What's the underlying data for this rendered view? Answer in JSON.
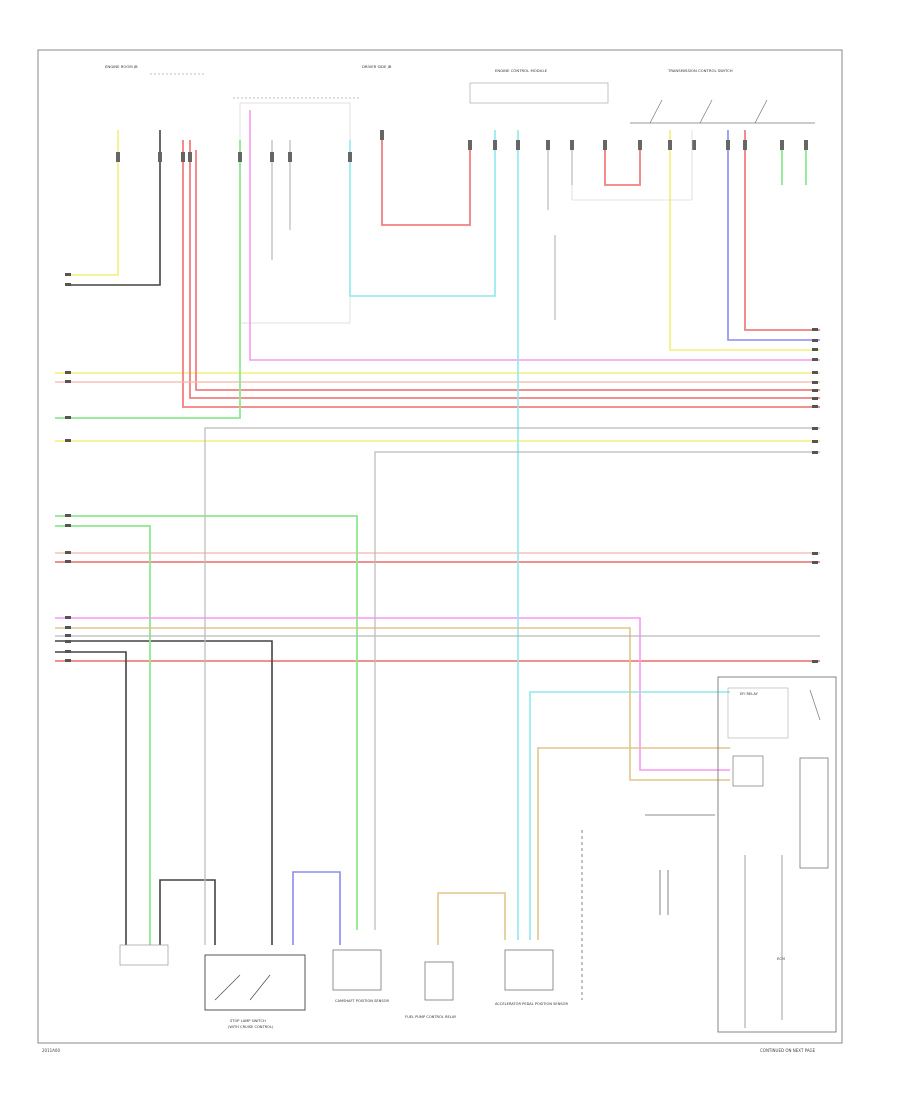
{
  "title": "Engine Performance Wiring Diagram (2 of 4)",
  "footer_left": "2011A00",
  "footer_right": "CONTINUED ON NEXT PAGE",
  "headers": {
    "left_fuse": "ENGINE ROOM JB",
    "mid_fuse": "DRIVER SIDE JB",
    "right_block": "ENGINE CONTROL MODULE",
    "far_right": "TRANSMISSION CONTROL SWITCH"
  },
  "components": {
    "stop_lamp_switch": "STOP LAMP SWITCH",
    "stop_lamp_sub": "(WITH CRUISE CONTROL)",
    "cam_sensor": "CAMSHAFT POSITION SENSOR",
    "accel_sensor": "ACCELERATOR PEDAL POSITION SENSOR",
    "fuel_pump": "FUEL PUMP CONTROL RELAY",
    "ecm": "ECM",
    "main_relay": "EFI RELAY"
  },
  "colors": {
    "yellow": "#f2ef7a",
    "black": "#444444",
    "red": "#f08080",
    "green": "#8ee88e",
    "pink": "#f59af2",
    "cyan": "#8fe8ee",
    "blue": "#8c8cf0",
    "tan": "#e0c68a",
    "grey": "#b9b9b9",
    "frame": "#888888"
  }
}
